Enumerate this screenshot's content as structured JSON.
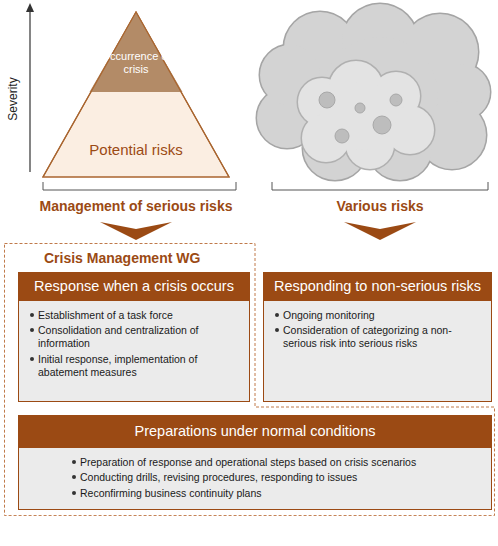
{
  "diagram": {
    "nodes": [
      {
        "text": [
          "Occurrence of crisis"
        ]
      },
      {
        "text": [
          "Potential risks"
        ]
      },
      {
        "text": [
          "Crisis Management WG"
        ]
      },
      {
        "text": [
          "Response when a crisis occurs",
          "Establishment of a task force",
          "Consolidation and centralization of information",
          "Initial response, implementation of abatement measures"
        ],
        "in": 2
      },
      {
        "text": [
          "Responding to non-serious risks",
          "Ongoing monitoring",
          "Consideration of categorizing a non-serious risk into serious risks"
        ]
      },
      {
        "text": [
          "Preparations under normal conditions",
          "Preparation of response and operational steps based on crisis scenarios",
          "Conducting drills, revising procedures, responding to issues",
          "Reconfirming business continuity plans"
        ],
        "in": 2
      }
    ],
    "labels": [
      "Severity",
      "Management of serious risks",
      "Various risks"
    ]
  }
}
